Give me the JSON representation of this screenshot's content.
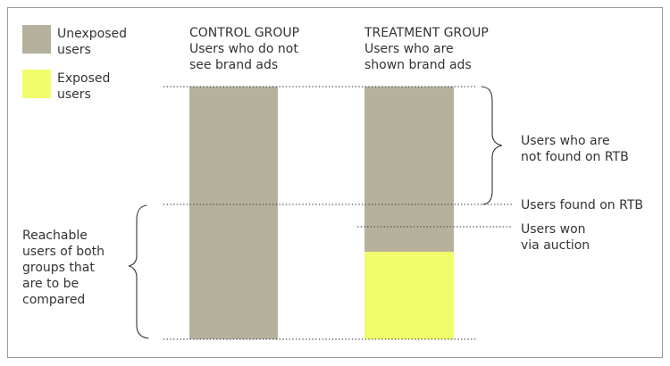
{
  "legend": [
    {
      "label_lines": [
        "Unexposed",
        "users"
      ]
    },
    {
      "label_lines": [
        "Exposed",
        "users"
      ]
    }
  ],
  "groups": {
    "control": {
      "title": "CONTROL GROUP",
      "subtitle_lines": [
        "Users who do not",
        "see brand ads"
      ]
    },
    "treatment": {
      "title": "TREATMENT GROUP",
      "subtitle_lines": [
        "Users who are",
        "shown brand ads"
      ]
    }
  },
  "annotations": {
    "not_found_on_rtb": [
      "Users who are",
      "not found on RTB"
    ],
    "found_on_rtb": "Users found on RTB",
    "won_via_auction": [
      "Users won",
      "via auction"
    ],
    "reachable_users": [
      "Reachable",
      "users of both",
      "groups that",
      "are to be",
      "compared"
    ]
  },
  "colors": {
    "unexposed": "#b5b19d",
    "exposed": "#f1fd6b"
  }
}
